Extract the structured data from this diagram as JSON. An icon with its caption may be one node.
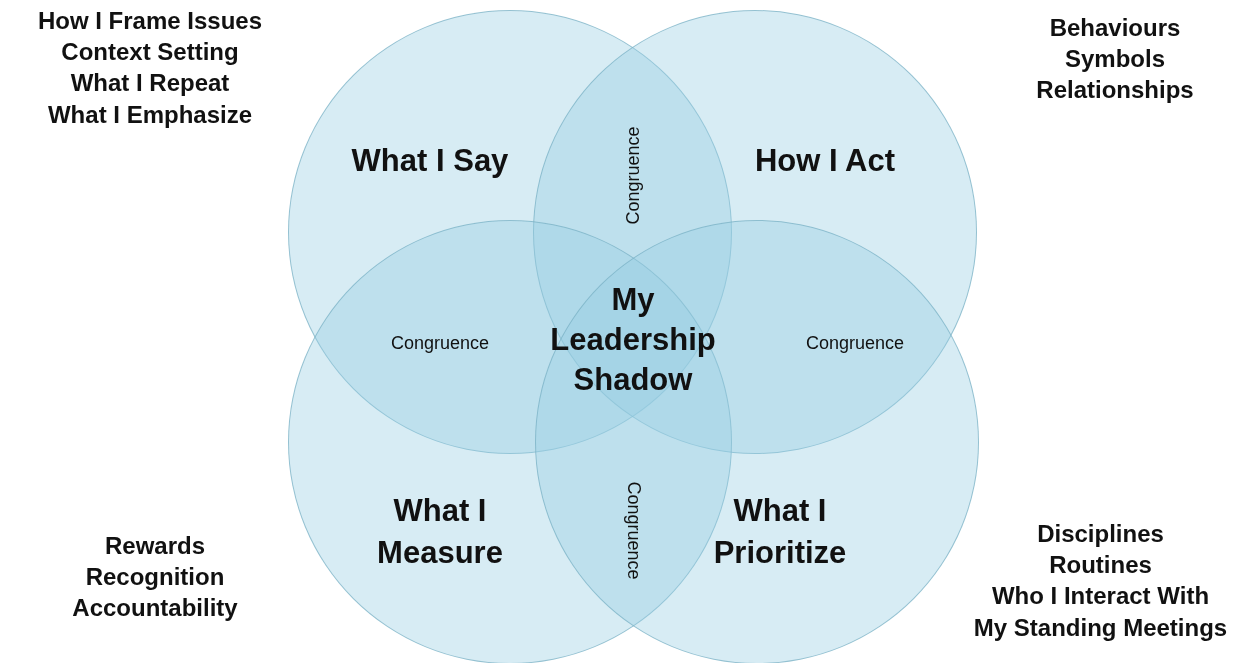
{
  "diagram": {
    "nodes": [
      {
        "text": [
          "What I Say"
        ],
        "beside": [
          "How I Frame Issues",
          "Context Setting",
          "What I Repeat",
          "What I Emphasize"
        ]
      },
      {
        "text": [
          "How I Act"
        ],
        "beside": [
          "Behaviours",
          "Symbols",
          "Relationships"
        ]
      },
      {
        "text": [
          "What I Measure"
        ],
        "beside": [
          "Rewards",
          "Recognition",
          "Accountability"
        ]
      },
      {
        "text": [
          "What I Prioritize"
        ],
        "beside": [
          "Disciplines",
          "Routines",
          "Who I Interact With",
          "My Standing Meetings"
        ]
      }
    ],
    "edges": [],
    "labels": [
      "Congruence",
      "Congruence",
      "My Leadership Shadow",
      "Congruence",
      "Congruence"
    ]
  }
}
